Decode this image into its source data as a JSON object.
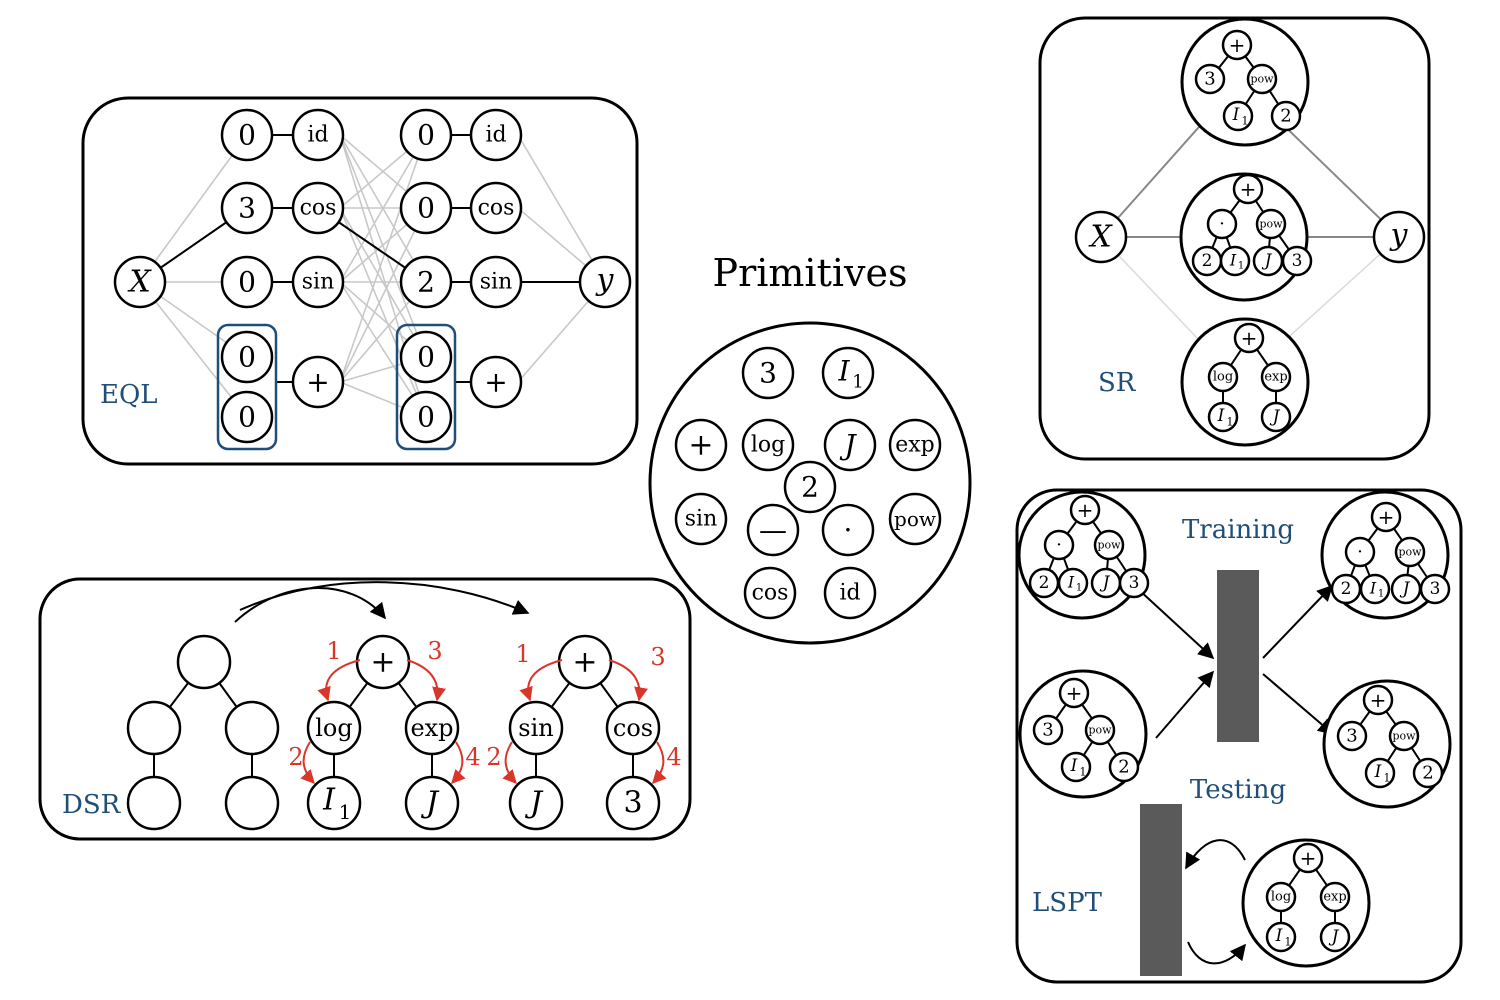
{
  "panels": {
    "eql": {
      "label": "EQL",
      "input": "X",
      "output": "y",
      "layer1_weights": [
        "0",
        "3",
        "0",
        "0",
        "0"
      ],
      "layer1_ops": [
        "id",
        "cos",
        "sin",
        "+"
      ],
      "layer2_weights": [
        "0",
        "0",
        "2",
        "0",
        "0"
      ],
      "layer2_ops": [
        "id",
        "cos",
        "sin",
        "+"
      ]
    },
    "primitives": {
      "title": "Primitives",
      "items": [
        "3",
        "I1",
        "+",
        "log",
        "J",
        "exp",
        "2",
        "sin",
        "—",
        "·",
        "pow",
        "cos",
        "id"
      ]
    },
    "sr": {
      "label": "SR",
      "input": "X",
      "output": "y"
    },
    "dsr": {
      "label": "DSR",
      "tree1": {
        "root": "+",
        "left": "log",
        "right": "exp",
        "left_child": "I1",
        "right_child": "J"
      },
      "tree2": {
        "root": "+",
        "left": "sin",
        "right": "cos",
        "left_child": "J",
        "right_child": "3"
      },
      "order": [
        "1",
        "2",
        "3",
        "4"
      ]
    },
    "lspt": {
      "label": "LSPT",
      "training": "Training",
      "testing": "Testing"
    }
  },
  "symbols": {
    "plus": "+",
    "dot": "·",
    "pow": "pow",
    "log": "log",
    "exp": "exp",
    "sin": "sin",
    "cos": "cos",
    "id": "id",
    "I": "I",
    "sub1": "1",
    "J": "J",
    "two": "2",
    "three": "3",
    "zero": "0",
    "X": "X",
    "y": "y"
  },
  "colors": {
    "accent_blue": "#1f4e79",
    "order_red": "#d9362b",
    "bar_gray": "#5a5a5a"
  }
}
